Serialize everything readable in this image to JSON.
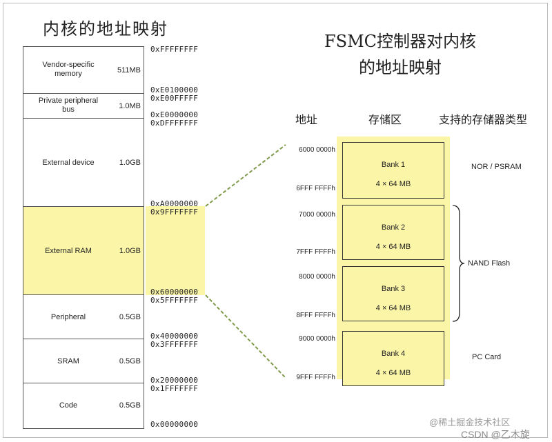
{
  "left_title": "内核的地址映射",
  "right_title_line1": "FSMC控制器对内核",
  "right_title_line2": "的地址映射",
  "memory_map": {
    "regions": [
      {
        "name_line1": "Vendor-specific",
        "name_line2": "memory",
        "size": "511MB"
      },
      {
        "name_line1": "Private peripheral",
        "name_line2": "bus",
        "size": "1.0MB"
      },
      {
        "name_line1": "External device",
        "name_line2": "",
        "size": "1.0GB"
      },
      {
        "name_line1": "External RAM",
        "name_line2": "",
        "size": "1.0GB"
      },
      {
        "name_line1": "Peripheral",
        "name_line2": "",
        "size": "0.5GB"
      },
      {
        "name_line1": "SRAM",
        "name_line2": "",
        "size": "0.5GB"
      },
      {
        "name_line1": "Code",
        "name_line2": "",
        "size": "0.5GB"
      }
    ],
    "addresses": [
      "0xFFFFFFFF",
      "0xE0100000",
      "0xE00FFFFF",
      "0xE0000000",
      "0xDFFFFFFF",
      "0xA0000000",
      "0x9FFFFFFF",
      "0x60000000",
      "0x5FFFFFFF",
      "0x40000000",
      "0x3FFFFFFF",
      "0x20000000",
      "0x1FFFFFFF",
      "0x00000000"
    ]
  },
  "fsmc": {
    "col_address": "地址",
    "col_bank": "存储区",
    "col_type": "支持的存储器类型",
    "banks": [
      {
        "name": "Bank 1",
        "size": "4 × 64 MB",
        "start": "6000 0000h",
        "end": "6FFF FFFFh"
      },
      {
        "name": "Bank 2",
        "size": "4 × 64 MB",
        "start": "7000 0000h",
        "end": "7FFF FFFFh"
      },
      {
        "name": "Bank 3",
        "size": "4 × 64 MB",
        "start": "8000 0000h",
        "end": "8FFF FFFFh"
      },
      {
        "name": "Bank 4",
        "size": "4 × 64 MB",
        "start": "9000 0000h",
        "end": "9FFF FFFFh"
      }
    ],
    "types": [
      "NOR / PSRAM",
      "NAND Flash",
      "PC Card"
    ]
  },
  "watermark": {
    "line1": "@稀土掘金技术社区",
    "line2": "CSDN @乙木旋"
  },
  "colors": {
    "highlight": "#fbf5a8",
    "dashed_connector": "#7f9a4a",
    "border": "#555555"
  }
}
